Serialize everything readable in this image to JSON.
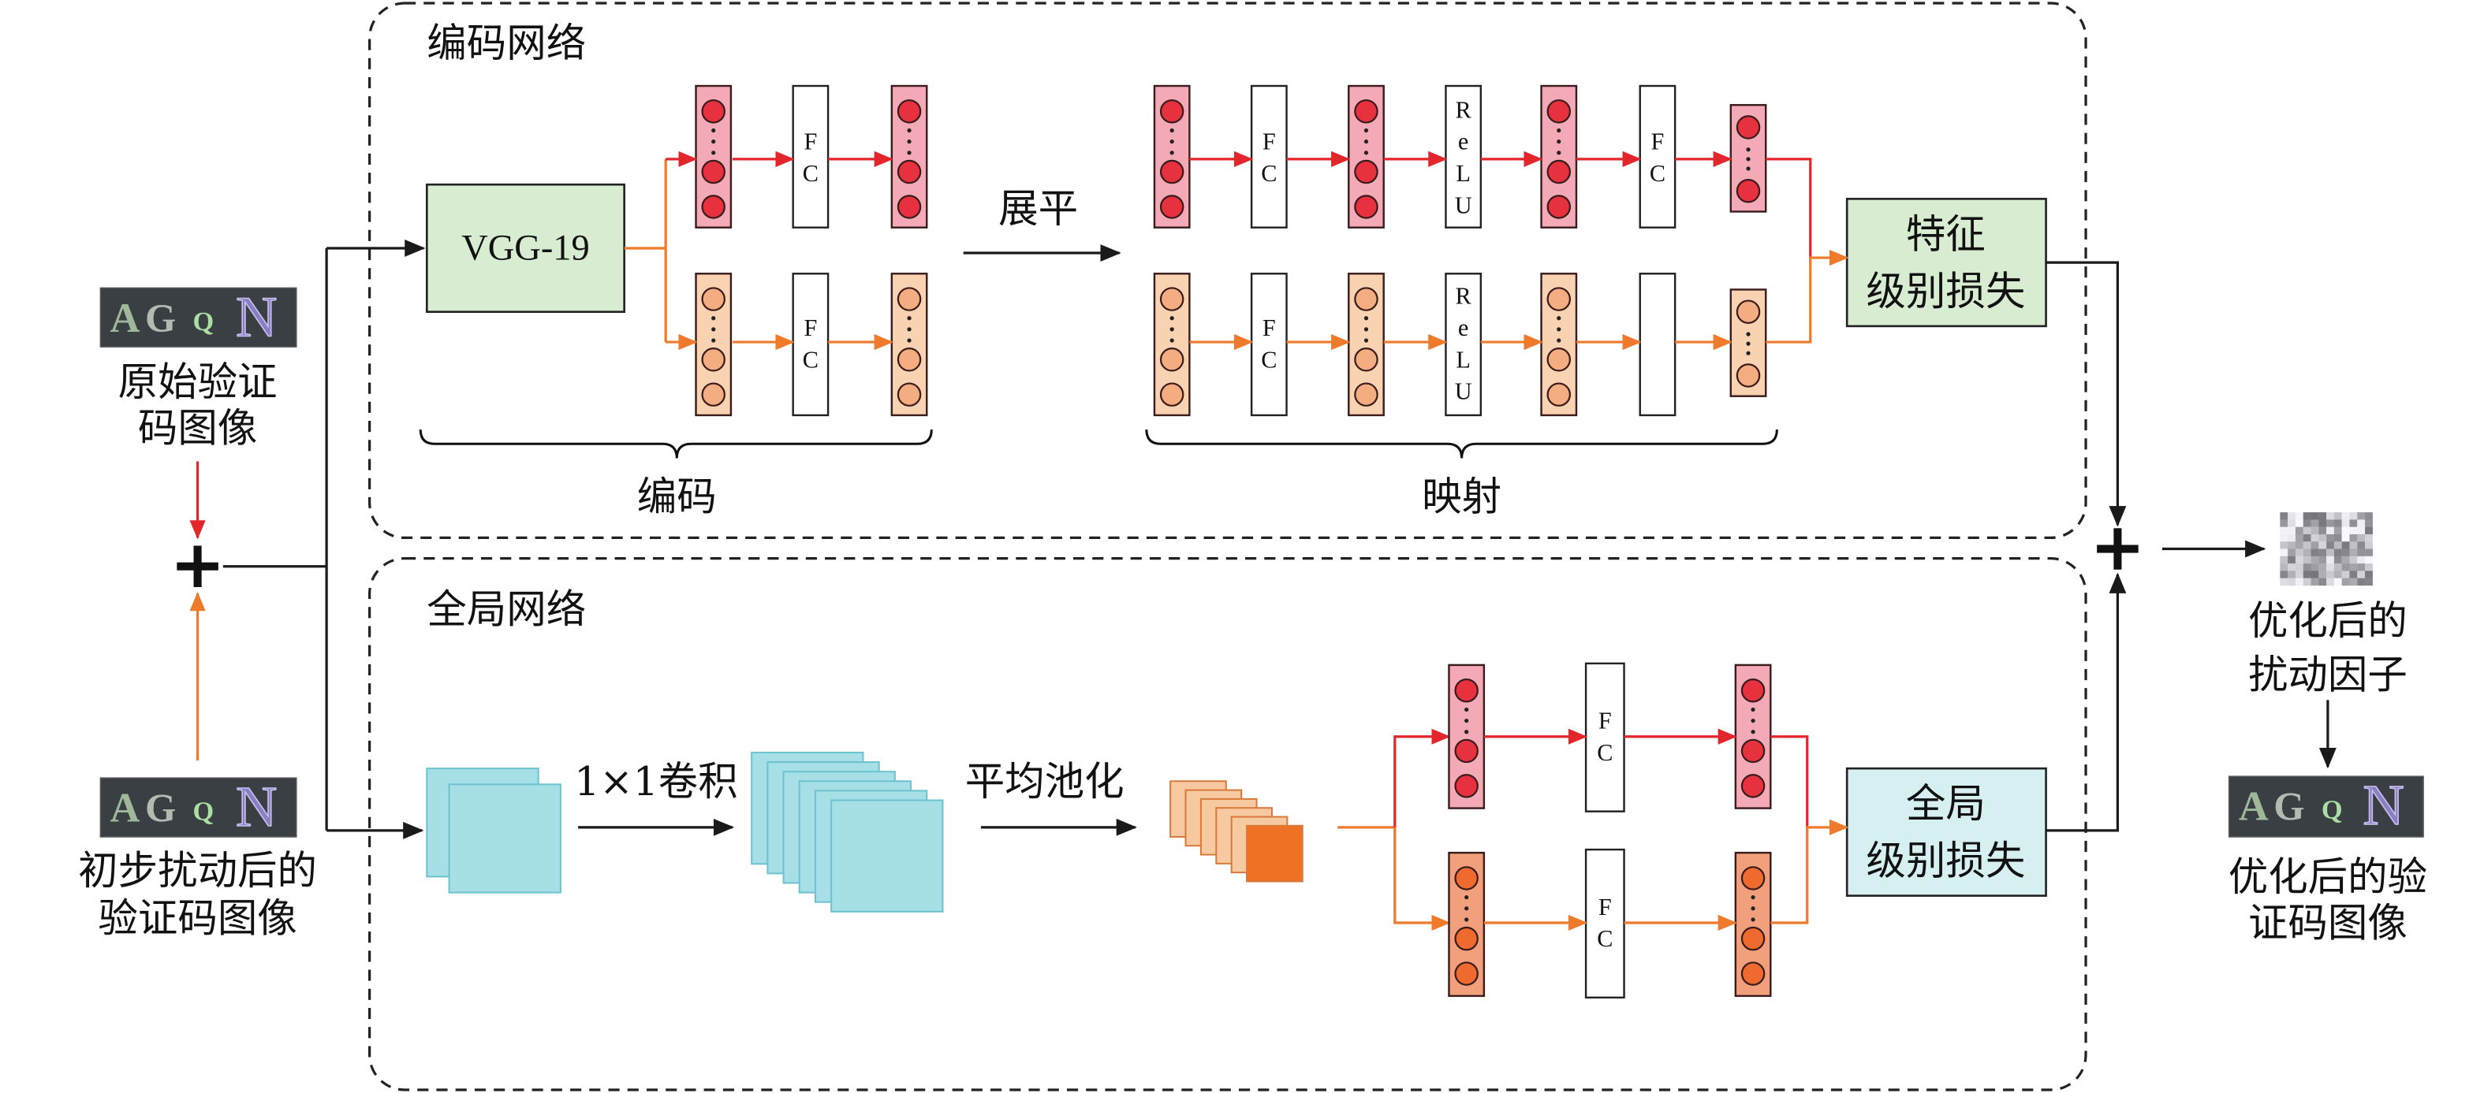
{
  "encoder_network": {
    "title": "编码网络",
    "backbone_label": "VGG-19",
    "fc_label": "FC",
    "relu_label": "ReLU",
    "flatten_label": "展平",
    "encode_label": "编码",
    "mapping_label": "映射",
    "loss_lines": [
      "特征",
      "级别损失"
    ]
  },
  "global_network": {
    "title": "全局网络",
    "conv_label": "1×1卷积",
    "pool_label": "平均池化",
    "fc_label": "FC",
    "loss_lines": [
      "全局",
      "级别损失"
    ]
  },
  "inputs": {
    "original_lines": [
      "原始验证",
      "码图像"
    ],
    "perturbed_lines": [
      "初步扰动后的",
      "验证码图像"
    ]
  },
  "outputs": {
    "perturbation_lines": [
      "优化后的",
      "扰动因子"
    ],
    "captcha_lines": [
      "优化后的验",
      "证码图像"
    ]
  },
  "captcha_letters": [
    "A",
    "G",
    "Q",
    "N"
  ],
  "colors": {
    "red": "#e3262b",
    "orange": "#ef7a2c",
    "black": "#1a1a1a",
    "pink_column": "#f4a9b6",
    "red_neuron": "#e8313f",
    "peach_column": "#f9d3b1",
    "peach_neuron": "#f3ad80",
    "salmon_column": "#f2a07c",
    "salmon_neuron": "#ef6a2e",
    "green_box": "#d8ecd1",
    "cyan_box": "#d6f0f1",
    "cyan_feature_map": "#a6dfe6",
    "orange_feature_map": "#f7c9a1",
    "orange_feature_map_front": "#ef7124",
    "captcha_bg": "#3a3f44"
  }
}
